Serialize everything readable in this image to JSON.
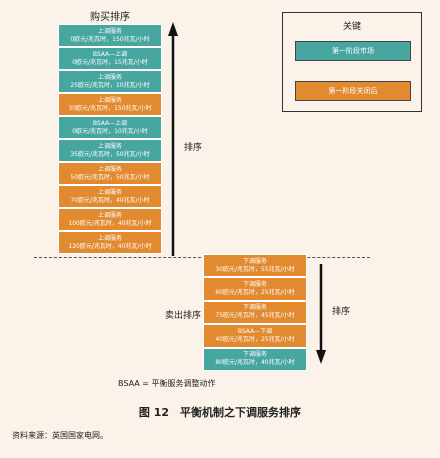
{
  "top_title": "购买排序",
  "buy_blocks": [
    {
      "line1": "上调服务",
      "line2": "0欧元/兆瓦时，150兆瓦/小时",
      "color": "teal"
    },
    {
      "line1": "BSAA—上调",
      "line2": "0欧元/兆瓦时，15兆瓦/小时",
      "color": "teal"
    },
    {
      "line1": "上调服务",
      "line2": "25欧元/兆瓦时，10兆瓦/小时",
      "color": "teal"
    },
    {
      "line1": "上调服务",
      "line2": "30欧元/兆瓦时，150兆瓦/小时",
      "color": "orange"
    },
    {
      "line1": "BSAA—上调",
      "line2": "0欧元/兆瓦时，10兆瓦/小时",
      "color": "teal"
    },
    {
      "line1": "上调服务",
      "line2": "35欧元/兆瓦时，50兆瓦/小时",
      "color": "teal"
    },
    {
      "line1": "上调服务",
      "line2": "50欧元/兆瓦时，50兆瓦/小时",
      "color": "orange"
    },
    {
      "line1": "上调服务",
      "line2": "70欧元/兆瓦时，40兆瓦/小时",
      "color": "orange"
    },
    {
      "line1": "上调服务",
      "line2": "100欧元/兆瓦时，40兆瓦/小时",
      "color": "orange"
    },
    {
      "line1": "上调服务",
      "line2": "120欧元/兆瓦时，40兆瓦/小时",
      "color": "orange"
    }
  ],
  "sell_blocks": [
    {
      "line1": "下调服务",
      "line2": "30欧元/兆瓦时，55兆瓦/小时",
      "color": "orange"
    },
    {
      "line1": "下调服务",
      "line2": "60欧元/兆瓦时，25兆瓦/小时",
      "color": "orange"
    },
    {
      "line1": "下调服务",
      "line2": "75欧元/兆瓦时，45兆瓦/小时",
      "color": "orange"
    },
    {
      "line1": "BSAA—下调",
      "line2": "40欧元/兆瓦时，25兆瓦/小时",
      "color": "orange"
    },
    {
      "line1": "下调服务",
      "line2": "80欧元/兆瓦时，40兆瓦/小时",
      "color": "teal"
    }
  ],
  "buy_arrow_label": "排序",
  "sell_label": "卖出排序",
  "sell_arrow_label": "排序",
  "legend": {
    "title": "关键",
    "item1": "第一阶段市场",
    "item2": "第一阶段关闭后",
    "item1_color": "#48a6a1",
    "item2_color": "#e28a2f"
  },
  "footnote": "BSAA = 平衡服务调整动作",
  "caption": "图 12　平衡机制之下调服务排序",
  "source": "资料来源：英国国家电网。"
}
